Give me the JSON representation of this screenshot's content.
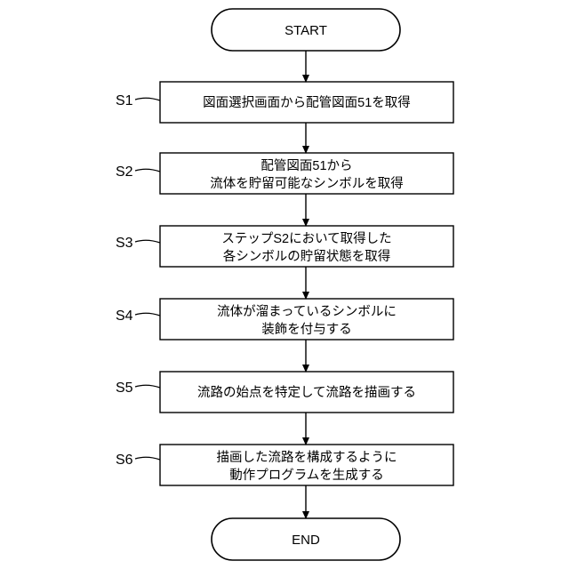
{
  "flowchart": {
    "start_label": "START",
    "end_label": "END",
    "steps": [
      {
        "id": "S1",
        "lines": [
          "図面選択画面から配管図面51を取得"
        ]
      },
      {
        "id": "S2",
        "lines": [
          "配管図面51から",
          "流体を貯留可能なシンボルを取得"
        ]
      },
      {
        "id": "S3",
        "lines": [
          "ステップS2において取得した",
          "各シンボルの貯留状態を取得"
        ]
      },
      {
        "id": "S4",
        "lines": [
          "流体が溜まっているシンボルに",
          "装飾を付与する"
        ]
      },
      {
        "id": "S5",
        "lines": [
          "流路の始点を特定して流路を描画する"
        ]
      },
      {
        "id": "S6",
        "lines": [
          "描画した流路を構成するように",
          "動作プログラムを生成する"
        ]
      }
    ]
  }
}
